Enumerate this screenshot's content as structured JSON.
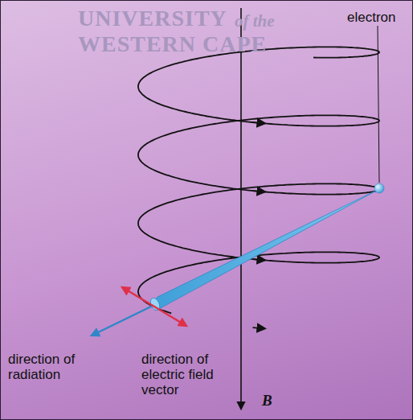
{
  "diagram": {
    "labels": [
      "UNIVERSITY",
      "of the",
      "WESTERN CAPE",
      "electron",
      "B",
      "direction of radiation",
      "direction of electric field vector"
    ]
  }
}
